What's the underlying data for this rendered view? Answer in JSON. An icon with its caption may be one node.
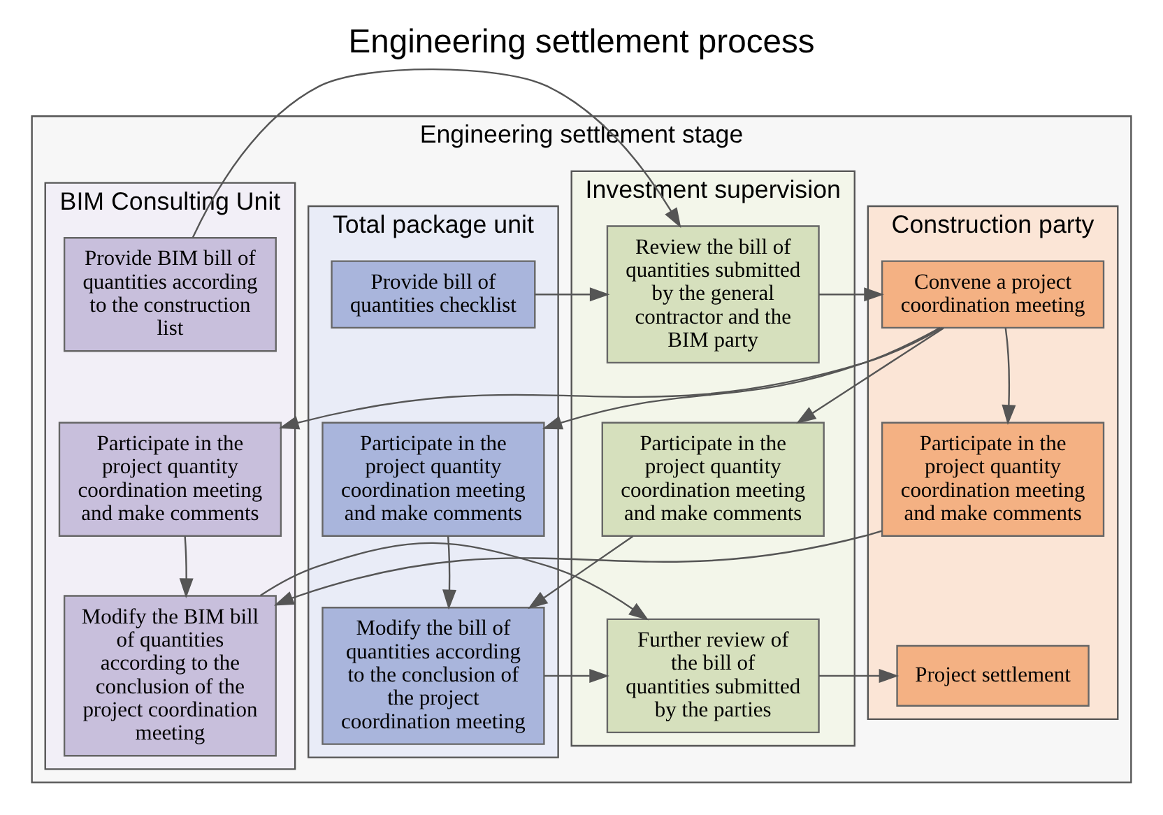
{
  "diagram": {
    "title": "Engineering settlement process",
    "nodes": [
      {
        "text": [
          "Engineering settlement stage"
        ]
      },
      {
        "text": [
          "Construction party"
        ],
        "in": 0
      },
      {
        "text": [
          "Investment supervision"
        ],
        "in": 0
      },
      {
        "text": [
          "Total package unit"
        ],
        "in": 0
      },
      {
        "text": [
          "BIM Consulting Unit"
        ],
        "in": 0
      },
      {
        "text": [
          "Convene a project coordination meeting"
        ],
        "in": 1
      },
      {
        "text": [
          "Participate in the project quantity coordination meeting and make comments"
        ],
        "in": 1
      },
      {
        "text": [
          "Project settlement"
        ],
        "in": 1
      },
      {
        "text": [
          "Review the bill of quantities submitted by the general contractor and the BIM party"
        ],
        "in": 2
      },
      {
        "text": [
          "Participate in the project quantity coordination meeting and make comments"
        ],
        "in": 2
      },
      {
        "text": [
          "Further review of the bill of quantities submitted by the parties"
        ],
        "in": 2
      },
      {
        "text": [
          "Provide bill of quantities checklist"
        ],
        "in": 3
      },
      {
        "text": [
          "Participate in the project quantity coordination meeting and make comments"
        ],
        "in": 3
      },
      {
        "text": [
          "Modify the bill of quantities according to the conclusion of the project coordination meeting"
        ],
        "in": 3
      },
      {
        "text": [
          "Provide BIM bill of quantities according to the construction list"
        ],
        "in": 4
      },
      {
        "text": [
          "Participate in the project quantity coordination meeting and make comments"
        ],
        "in": 4
      },
      {
        "text": [
          "Modify the BIM bill of quantities according to the conclusion of the project coordination meeting"
        ],
        "in": 4
      }
    ],
    "edges": [
      {
        "from": 11,
        "to": 8,
        "arrow": "to"
      },
      {
        "from": 14,
        "to": 8,
        "arrow": "to"
      },
      {
        "from": 8,
        "to": 5,
        "arrow": "to"
      },
      {
        "from": 5,
        "to": 6,
        "arrow": "to"
      },
      {
        "from": 5,
        "to": 9,
        "arrow": "to"
      },
      {
        "from": 5,
        "to": 12,
        "arrow": "to"
      },
      {
        "from": 5,
        "to": 15,
        "arrow": "to"
      },
      {
        "from": 6,
        "to": 16,
        "arrow": "to"
      },
      {
        "from": 15,
        "to": 16,
        "arrow": "to"
      },
      {
        "from": 9,
        "to": 13,
        "arrow": "to"
      },
      {
        "from": 12,
        "to": 13,
        "arrow": "to"
      },
      {
        "from": 13,
        "to": 10,
        "arrow": "to"
      },
      {
        "from": 16,
        "to": 10,
        "arrow": "to"
      },
      {
        "from": 10,
        "to": 7,
        "arrow": "to"
      }
    ]
  }
}
